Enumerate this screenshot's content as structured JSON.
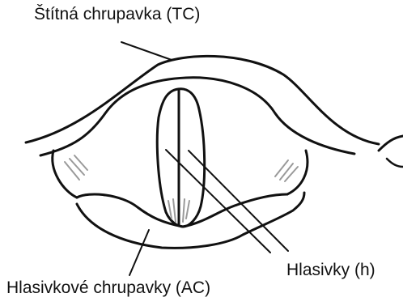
{
  "labels": {
    "thyroid_cartilage": "Štítná chrupavka (TC)",
    "vocal_folds": "Hlasivky (h)",
    "arytenoid_cartilages": "Hlasivkové chrupavky (AC)"
  },
  "colors": {
    "line": "#111111",
    "shade": "#9a9a9a",
    "background": "#ffffff"
  }
}
